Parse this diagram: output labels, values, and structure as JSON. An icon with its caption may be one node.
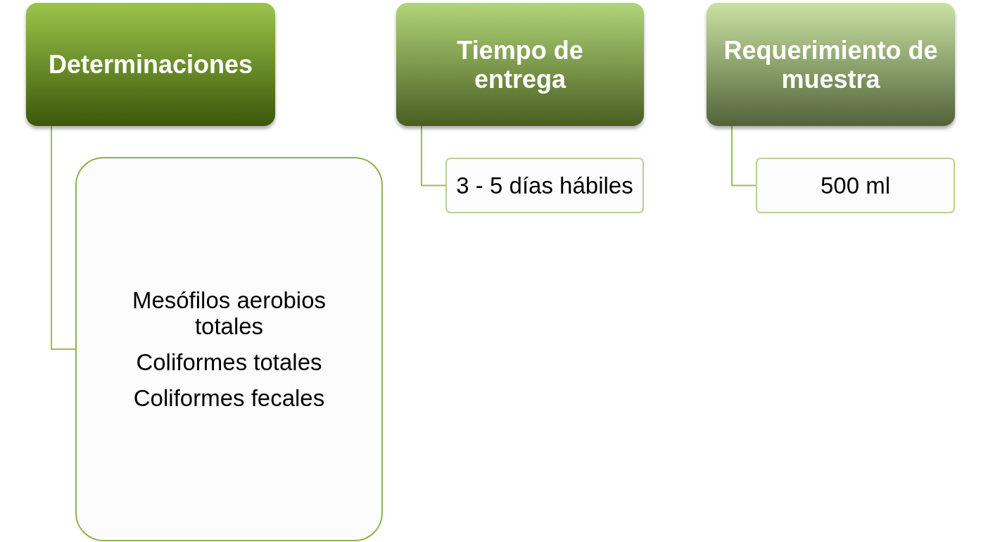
{
  "diagram": {
    "nodes": [
      {
        "text": [
          "Determinaciones"
        ]
      },
      {
        "text": [
          "Mesófilos aerobios totales",
          "Coliformes totales",
          "Coliformes fecales"
        ]
      },
      {
        "text": [
          "Tiempo de entrega"
        ]
      },
      {
        "text": [
          "3 - 5 días hábiles"
        ]
      },
      {
        "text": [
          "Requerimiento de muestra"
        ]
      },
      {
        "text": [
          "500 ml"
        ]
      }
    ],
    "edges": [
      {
        "from": 0,
        "to": 1,
        "arrow": "none"
      },
      {
        "from": 2,
        "to": 3,
        "arrow": "none"
      },
      {
        "from": 4,
        "to": 5,
        "arrow": "none"
      }
    ]
  }
}
